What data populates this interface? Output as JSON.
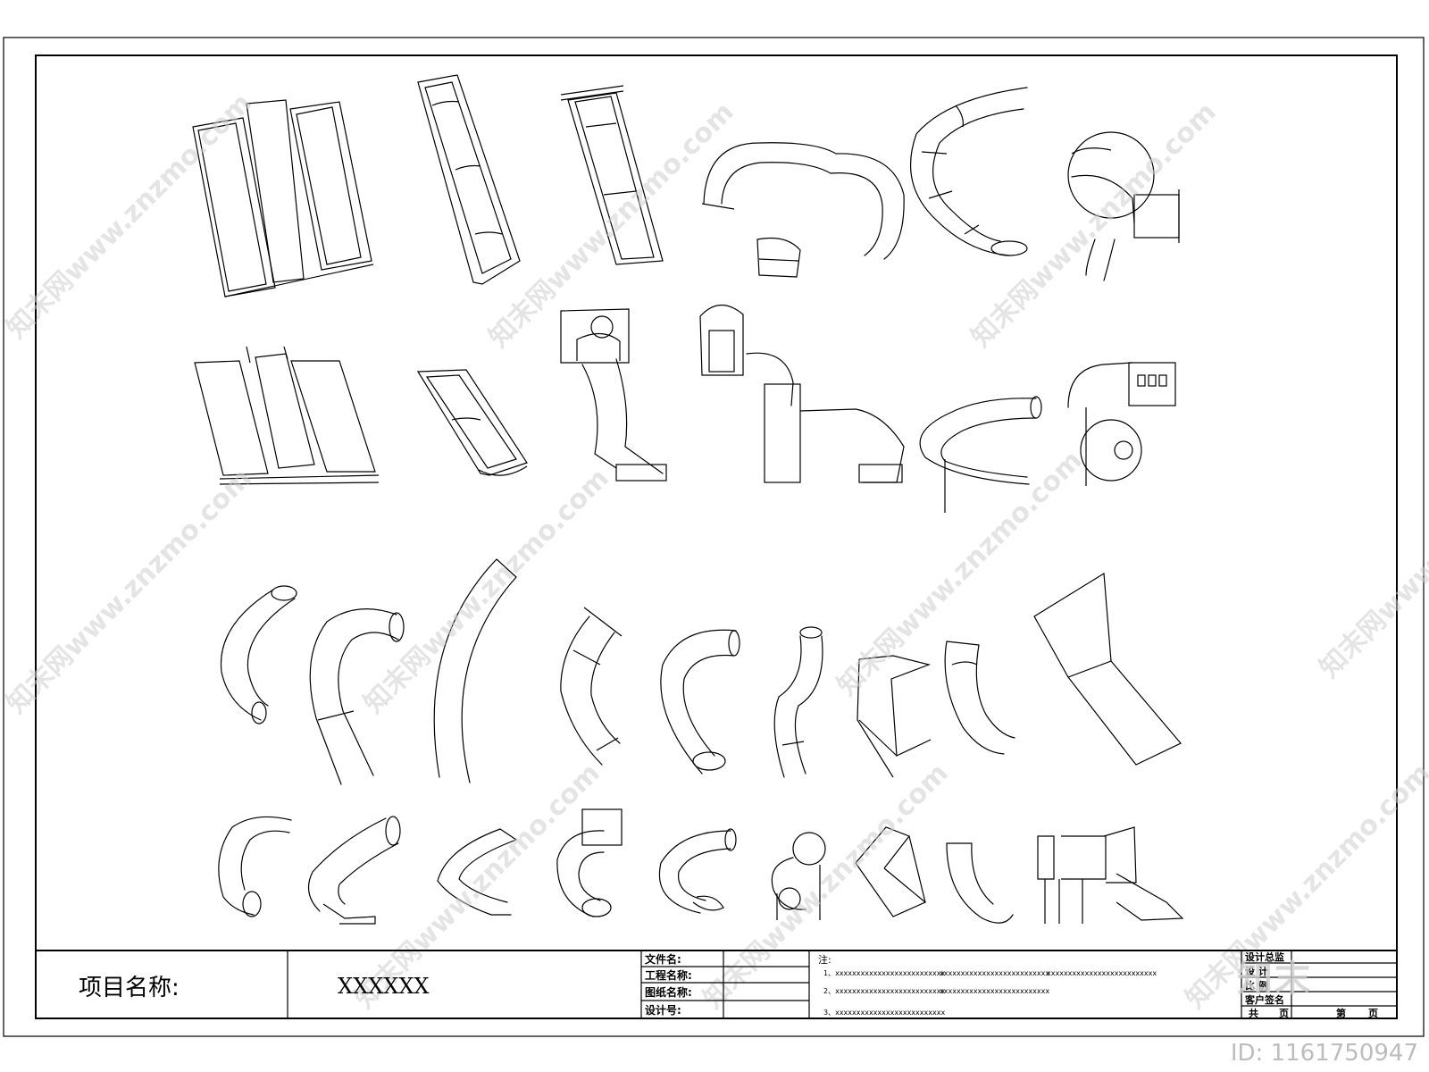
{
  "title_block": {
    "project_label": "项目名称:",
    "project_value": "XXXXXX",
    "fields": [
      "文件名:",
      "工程名称:",
      "图纸名称:",
      "设计号:"
    ],
    "notes_label": "注:",
    "notes": [
      "1、xxxxxxxxxxxxxxxxxxxxxxxxxx",
      "xxxxxxxxxxxxxxxxxxxxxxxxxx",
      "xxxxxxxxxxxxxxxxxxxxxxxxxx",
      "2、xxxxxxxxxxxxxxxxxxxxxxxxxx",
      "xxxxxxxxxxxxxxxxxxxxxxxxxx",
      "3、xxxxxxxxxxxxxxxxxxxxxxxxxx"
    ],
    "signoff": [
      "设计总监",
      "设    计",
      "比    例",
      "客户签名"
    ],
    "pages": [
      "共",
      "页",
      "第",
      "页"
    ]
  },
  "watermark": "知末网www.znzmo.com",
  "logo_text": "知末",
  "id_badge": "ID: 1161750947",
  "colors": {
    "line": "#000000",
    "watermark": "#cfcfcf",
    "background": "#ffffff"
  }
}
